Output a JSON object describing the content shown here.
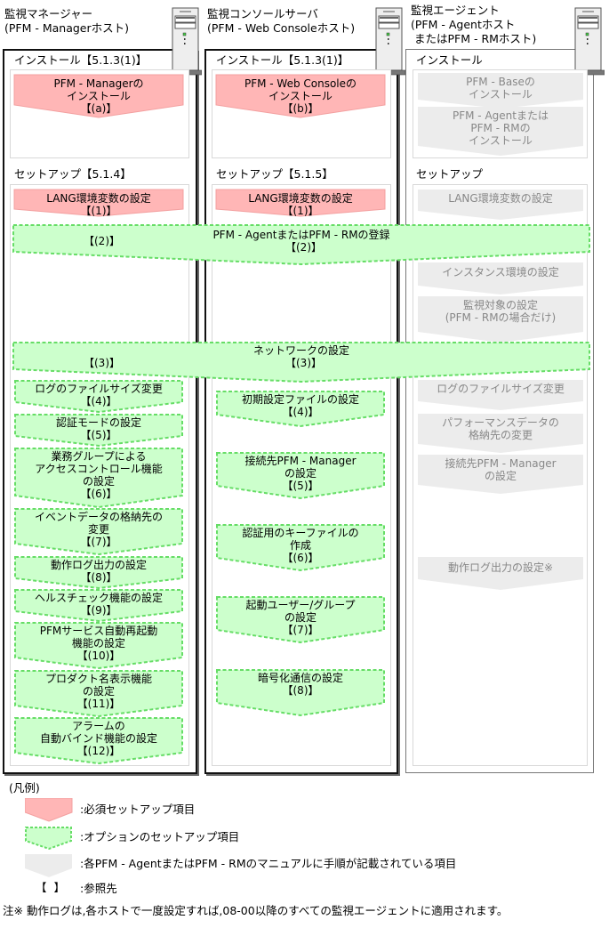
{
  "columns": [
    {
      "title_line1": "監視マネージャー",
      "title_line2": "(PFM - Managerホスト)",
      "install_label": "インストール【5.1.3(1)】",
      "setup_label": "セットアップ【5.1.4】",
      "install_steps": [
        {
          "text": "PFM - Managerの\nインストール\n【(a)】",
          "type": "required"
        }
      ],
      "setup_steps": [
        {
          "text": "LANG環境変数の設定\n【(1)】",
          "type": "required"
        },
        {
          "text": "ログのファイルサイズ変更\n【(4)】",
          "type": "optional"
        },
        {
          "text": "認証モードの設定\n【(5)】",
          "type": "optional"
        },
        {
          "text": "業務グループによる\nアクセスコントロール機能\nの設定\n【(6)】",
          "type": "optional"
        },
        {
          "text": "イベントデータの格納先の\n変更\n【(7)】",
          "type": "optional"
        },
        {
          "text": "動作ログ出力の設定\n【(8)】",
          "type": "optional"
        },
        {
          "text": "ヘルスチェック機能の設定\n【(9)】",
          "type": "optional"
        },
        {
          "text": "PFMサービス自動再起動\n機能の設定\n【(10)】",
          "type": "optional"
        },
        {
          "text": "プロダクト名表示機能\nの設定\n【(11)】",
          "type": "optional"
        },
        {
          "text": "アラームの\n自動バインド機能の設定\n【(12)】",
          "type": "optional"
        }
      ]
    },
    {
      "title_line1": "監視コンソールサーバ",
      "title_line2": "(PFM - Web Consoleホスト)",
      "install_label": "インストール【5.1.3(1)】",
      "setup_label": "セットアップ【5.1.5】",
      "install_steps": [
        {
          "text": "PFM - Web Consoleの\nインストール\n【(b)】",
          "type": "required"
        }
      ],
      "setup_steps": [
        {
          "text": "LANG環境変数の設定\n【(1)】",
          "type": "required"
        },
        {
          "text": "初期設定ファイルの設定\n【(4)】",
          "type": "optional"
        },
        {
          "text": "接続先PFM - Manager\nの設定\n【(5)】",
          "type": "optional"
        },
        {
          "text": "認証用のキーファイルの\n作成\n【(6)】",
          "type": "optional"
        },
        {
          "text": "起動ユーザー/グループ\nの設定\n【(7)】",
          "type": "optional"
        },
        {
          "text": "暗号化通信の設定\n【(8)】",
          "type": "optional"
        }
      ]
    },
    {
      "title_line1": "監視エージェント",
      "title_line2": "(PFM - Agentホスト",
      "title_line3": " またはPFM - RMホスト)",
      "install_label": "インストール",
      "setup_label": "セットアップ",
      "install_steps": [
        {
          "text": "PFM - Baseの\nインストール",
          "type": "agent"
        },
        {
          "text": "PFM - Agentまたは\nPFM - RMの\nインストール",
          "type": "agent"
        }
      ],
      "setup_steps": [
        {
          "text": "LANG環境変数の設定",
          "type": "agent"
        },
        {
          "text": "インスタンス環境の設定",
          "type": "agent"
        },
        {
          "text": "監視対象の設定\n(PFM - RMの場合だけ)",
          "type": "agent"
        },
        {
          "text": "ログのファイルサイズ変更",
          "type": "agent"
        },
        {
          "text": "パフォーマンスデータの\n格納先の変更",
          "type": "agent"
        },
        {
          "text": "接続先PFM - Manager\nの設定",
          "type": "agent"
        },
        {
          "text": "動作ログ出力の設定※",
          "type": "agent"
        }
      ]
    }
  ],
  "shared_steps": [
    {
      "text": "PFM - AgentまたはPFM - RMの登録",
      "ref_manager": "【(2)】",
      "ref_console": "【(2)】",
      "type": "optional"
    },
    {
      "text": "ネットワークの設定",
      "ref_manager": "【(3)】",
      "ref_console": "【(3)】",
      "type": "optional"
    }
  ],
  "legend": {
    "title": "(凡例)",
    "items": [
      {
        "shape": "required",
        "label": ":必須セットアップ項目"
      },
      {
        "shape": "optional",
        "label": ":オプションのセットアップ項目"
      },
      {
        "shape": "agent",
        "label": ":各PFM - AgentまたはPFM - RMのマニュアルに手順が記載されている項目"
      },
      {
        "shape": "bracket",
        "symbol": "【  】",
        "label": ":参照先"
      }
    ]
  },
  "note": "注※ 動作ログは,各ホストで一度設定すれば,08-00以降のすべての監視エージェントに適用されます。",
  "colors": {
    "required_fill": "#ffb6b6",
    "required_stroke": "#f59a9a",
    "optional_fill": "#ccffcc",
    "optional_stroke": "#66dd66",
    "agent_fill": "#ececec",
    "agent_text": "#888888"
  }
}
